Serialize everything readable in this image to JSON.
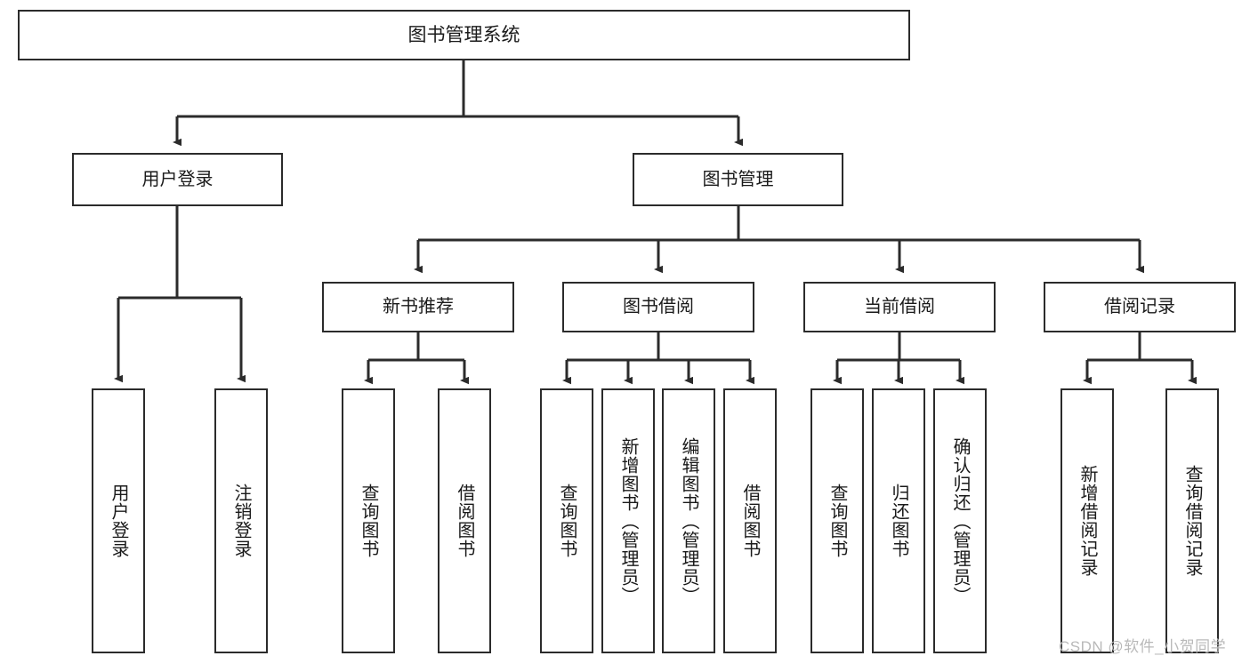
{
  "diagram": {
    "title": "图书管理系统",
    "type": "tree-hierarchy",
    "root": {
      "label": "图书管理系统"
    },
    "level1": [
      {
        "label": "用户登录"
      },
      {
        "label": "图书管理"
      }
    ],
    "level2": [
      {
        "label": "新书推荐"
      },
      {
        "label": "图书借阅"
      },
      {
        "label": "当前借阅"
      },
      {
        "label": "借阅记录"
      }
    ],
    "leaves": {
      "user_login": [
        {
          "label": "用户登录"
        },
        {
          "label": "注销登录"
        }
      ],
      "new_book_recommend": [
        {
          "label": "查询图书"
        },
        {
          "label": "借阅图书"
        }
      ],
      "book_borrow": [
        {
          "label": "查询图书"
        },
        {
          "label": "新增图书（管理员）"
        },
        {
          "label": "编辑图书（管理员）"
        },
        {
          "label": "借阅图书"
        }
      ],
      "current_borrow": [
        {
          "label": "查询图书"
        },
        {
          "label": "归还图书"
        },
        {
          "label": "确认归还（管理员）"
        }
      ],
      "borrow_record": [
        {
          "label": "新增借阅记录"
        },
        {
          "label": "查询借阅记录"
        }
      ]
    }
  },
  "watermark": {
    "text": "CSDN @软件_小贺同学"
  },
  "colors": {
    "stroke": "#2b2b2b",
    "fill": "#ffffff",
    "text": "#1a1a1a",
    "watermark": "#b9b9b9"
  }
}
